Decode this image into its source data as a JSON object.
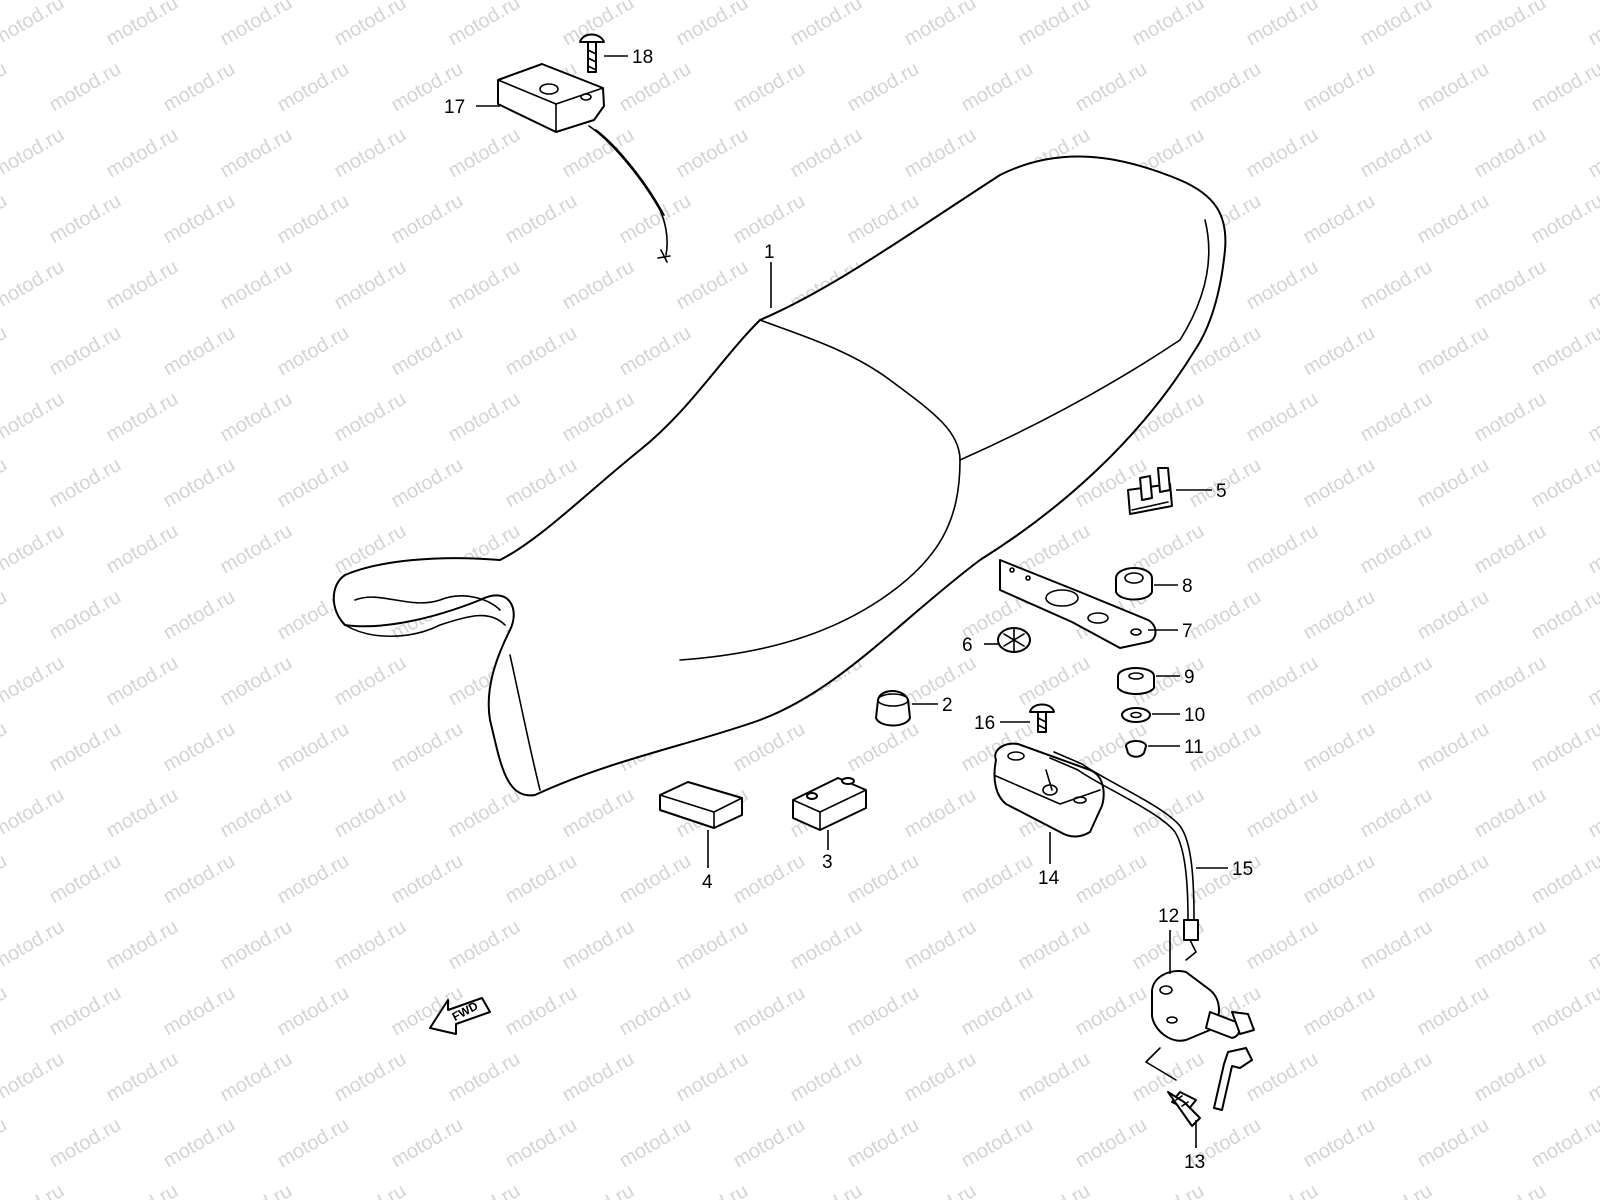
{
  "watermark": "motod.ru",
  "forward_label": "FWD",
  "callouts": [
    {
      "id": "seat",
      "label": "1"
    },
    {
      "id": "cushion",
      "label": "2"
    },
    {
      "id": "cushion-b",
      "label": "3"
    },
    {
      "id": "pad",
      "label": "4"
    },
    {
      "id": "clip",
      "label": "5"
    },
    {
      "id": "grommet",
      "label": "6"
    },
    {
      "id": "bracket",
      "label": "7"
    },
    {
      "id": "cap",
      "label": "8"
    },
    {
      "id": "cushion-c",
      "label": "9"
    },
    {
      "id": "washer",
      "label": "10"
    },
    {
      "id": "nut",
      "label": "11"
    },
    {
      "id": "seat-lock",
      "label": "12"
    },
    {
      "id": "lock-screw",
      "label": "13"
    },
    {
      "id": "lock-bracket",
      "label": "14"
    },
    {
      "id": "lock-cable",
      "label": "15"
    },
    {
      "id": "screw",
      "label": "16"
    },
    {
      "id": "cable-holder",
      "label": "17"
    },
    {
      "id": "holder-screw",
      "label": "18"
    }
  ],
  "colors": {
    "line": "#000000",
    "watermark": "#d4d4d4",
    "background": "#ffffff"
  }
}
